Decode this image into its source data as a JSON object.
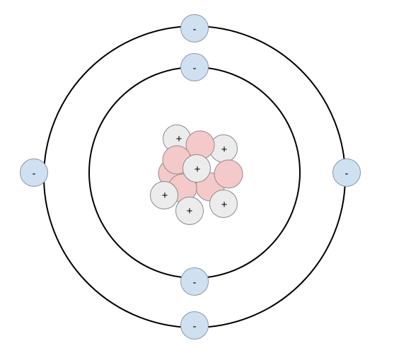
{
  "diagram": {
    "type": "atom",
    "orbits": [
      {
        "name": "inner-orbit",
        "stroke": "#000000"
      },
      {
        "name": "outer-orbit",
        "stroke": "#000000"
      }
    ],
    "electrons": [
      {
        "shell": "outer",
        "position": "top",
        "label": "-"
      },
      {
        "shell": "inner",
        "position": "top",
        "label": "-"
      },
      {
        "shell": "outer",
        "position": "left",
        "label": "-"
      },
      {
        "shell": "outer",
        "position": "right",
        "label": "-"
      },
      {
        "shell": "inner",
        "position": "bottom",
        "label": "-"
      },
      {
        "shell": "outer",
        "position": "bottom",
        "label": "-"
      }
    ],
    "nucleus": {
      "protons": [
        {
          "label": "+"
        },
        {
          "label": "+"
        },
        {
          "label": "+"
        },
        {
          "label": "+"
        },
        {
          "label": "+"
        },
        {
          "label": "+"
        }
      ],
      "neutron_count": 6
    },
    "colors": {
      "electron_fill": "#cfe0f1",
      "electron_stroke": "#8a97a8",
      "proton_fill": "#ececec",
      "proton_stroke": "#8a8a8a",
      "neutron_fill": "#f4c9ca",
      "neutron_stroke": "#9a8a8a",
      "orbit_stroke": "#000000"
    }
  }
}
